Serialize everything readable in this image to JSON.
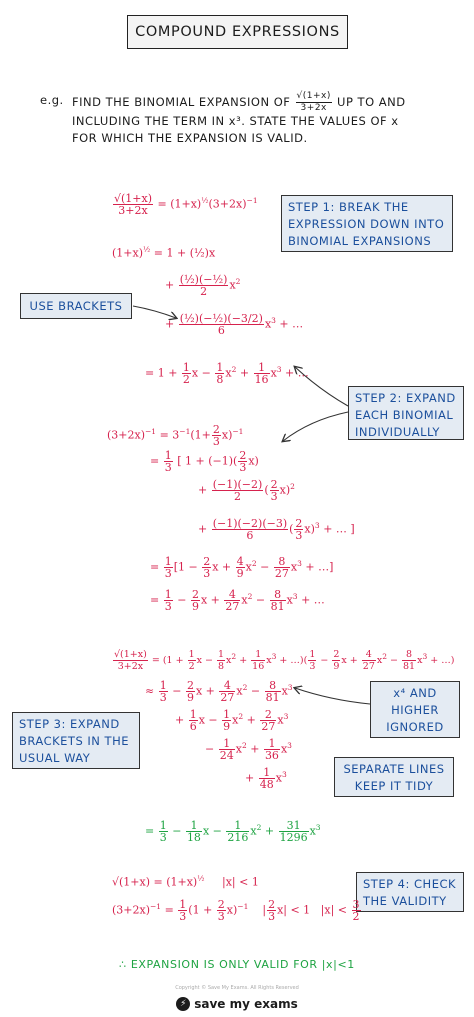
{
  "title": "COMPOUND EXPRESSIONS",
  "question": {
    "eg": "e.g.",
    "line1_pre": "FIND THE BINOMIAL EXPANSION OF",
    "frac_num": "√(1+x)",
    "frac_den": "3+2x",
    "line1_post": "UP TO AND",
    "line2": "INCLUDING THE TERM IN x³. STATE THE VALUES OF x",
    "line3": "FOR WHICH THE EXPANSION IS VALID."
  },
  "callouts": {
    "step1": "STEP 1: BREAK THE EXPRESSION DOWN INTO BINOMIAL EXPANSIONS",
    "use_brackets": "USE BRACKETS",
    "step2": "STEP 2: EXPAND EACH BINOMIAL INDIVIDUALLY",
    "step3": "STEP 3: EXPAND BRACKETS IN THE USUAL WAY",
    "x4": "x⁴ AND HIGHER IGNORED",
    "separate": "SEPARATE LINES KEEP IT TIDY",
    "step4": "STEP 4: CHECK THE VALIDITY"
  },
  "math": {
    "l1": "√(1+x) / (3+2x) = (1+x)^½ (3+2x)⁻¹",
    "l2": "(1+x)^½ = 1 + (½)x",
    "l3": "+ (½)(−½)/2 x²",
    "l4": "+ (½)(−½)(−3/2)/6 x³ + …",
    "l5": "= 1 + ½x − ⅛x² + 1/16 x³ + …",
    "l6": "(3+2x)⁻¹ = 3⁻¹(1 + ⅔x)⁻¹",
    "l7": "= ⅓ [ 1 + (−1)(⅔x)",
    "l8": "+ (−1)(−2)/2 (⅔x)²",
    "l9": "+ (−1)(−2)(−3)/6 (⅔x)³ + … ]",
    "l10": "= ⅓ [1 − ⅔x + 4/9 x² − 8/27 x³ + …]",
    "l11": "= ⅓ − 2/9 x + 4/27 x² − 8/81 x³ + …",
    "l12": "√(1+x) / (3+2x) = (1 + ½x − ⅛x² + 1/16 x³ + …)(⅓ − 2/9 x + 4/27 x² − 8/81 x³ + …)",
    "l13": "≈ ⅓ − 2/9 x + 4/27 x² − 8/81 x³",
    "l14": "+ ⅙x − 1/9 x² + 2/27 x³",
    "l15": "− 1/24 x² + 1/36 x³",
    "l16": "+ 1/48 x³",
    "result": "= ⅓ − 1/18 x − 1/216 x² + 31/1296 x³",
    "v1": "√(1+x) = (1+x)^½     |x| < 1",
    "v2": "(3+2x)⁻¹ = ⅓(1 + ⅔x)⁻¹     |⅔x| < 1     |x| < 3/2",
    "conclusion": "∴ EXPANSION IS ONLY VALID FOR |x|<1"
  },
  "footer": {
    "copyright": "Copyright © Save My Exams. All Rights Reserved",
    "brand": "save my exams"
  },
  "colors": {
    "math": "#d6224d",
    "callout_text": "#1b4f9c",
    "callout_bg": "#e4ebf3",
    "result": "#1ea342"
  }
}
